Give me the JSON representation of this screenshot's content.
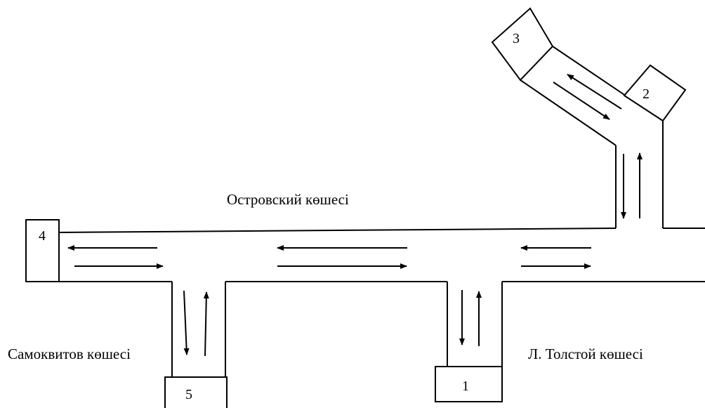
{
  "colors": {
    "background": "#ffffff",
    "line": "#000000"
  },
  "streets": {
    "ostrovsky": "Островский көшесі",
    "samokvitov": "Самоквитов көшесі",
    "tolstoy": "Л. Толстой көшесі"
  },
  "buildings": {
    "b1": "1",
    "b2": "2",
    "b3": "3",
    "b4": "4",
    "b5": "5"
  },
  "traffic": {
    "main_road": "two-way",
    "samokvitov": "two-way",
    "tolstoy": "two-way",
    "ne_branch": "two-way",
    "diagonal_to_3": "two-way"
  }
}
